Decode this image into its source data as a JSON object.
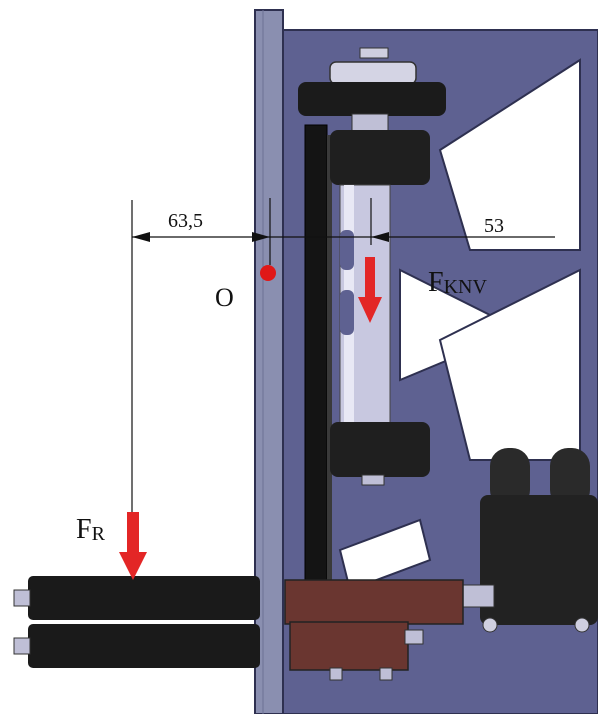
{
  "diagram": {
    "dimension_left": "63,5",
    "dimension_right": "53",
    "point_label": "O",
    "force_roller": {
      "main": "F",
      "sub": "R"
    },
    "force_knv": {
      "main": "F",
      "sub": "KNV"
    }
  },
  "colors": {
    "plate": "#5e6191",
    "plate_line": "#2e3050",
    "cutout": "#ffffff",
    "force_arrow": "#e32626",
    "point_o": "#e01818",
    "roller_dark": "#1a1a1a",
    "roller_shaft": "#c8c8e0",
    "brown_block": "#6a3630",
    "motor_dark": "#222222",
    "rail": "#8a8fb0"
  },
  "icons": {
    "force_arrow": "down-arrow",
    "point": "red-dot"
  }
}
